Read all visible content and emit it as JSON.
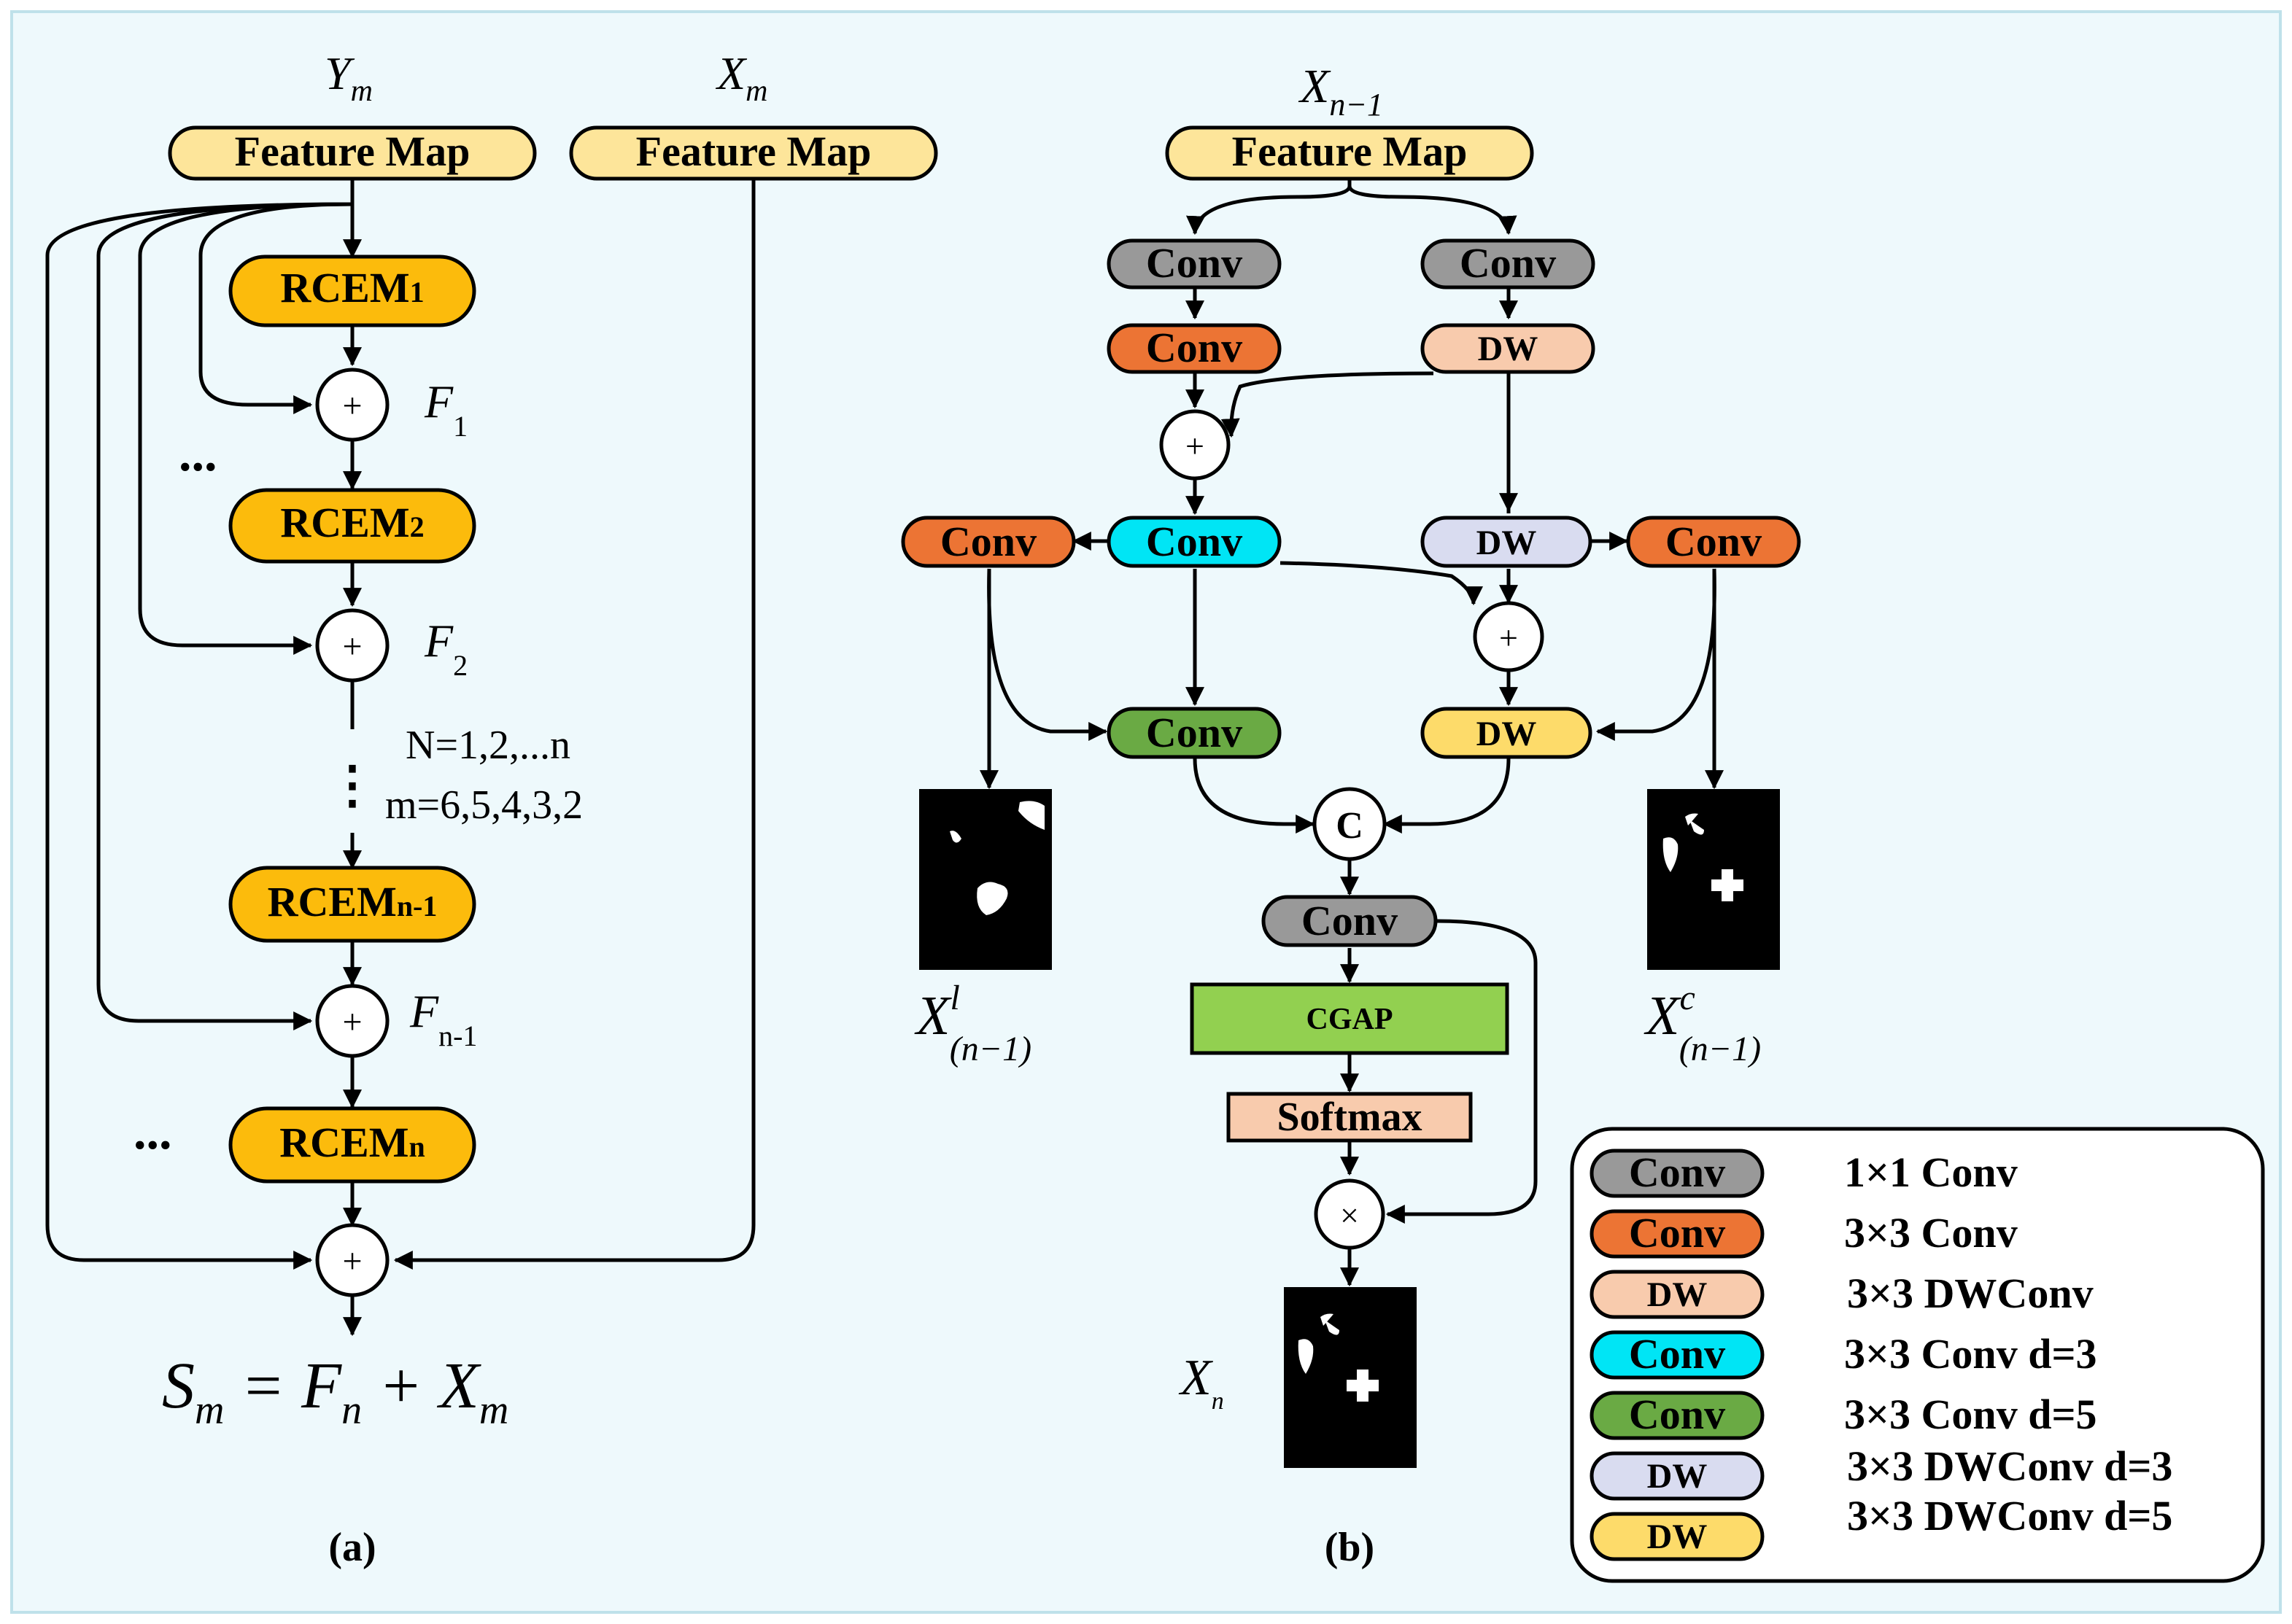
{
  "colors": {
    "background": "#eef9fc",
    "feature_map": "#fde59a",
    "rcem": "#fcbb0c",
    "conv_1x1": "#999999",
    "conv_3x3": "#ec7434",
    "dwconv_3x3": "#f8cbad",
    "conv_d3": "#00e5f5",
    "conv_d5": "#6aaa44",
    "dwconv_d3": "#d9dcf0",
    "dwconv_d5": "#fddb6a",
    "cgap": "#92d050",
    "softmax": "#f8cbad"
  },
  "panel_a": {
    "ym_label": "Y",
    "ym_sub": "m",
    "xm_label": "X",
    "xm_sub": "m",
    "feature_map_left": "Feature Map",
    "feature_map_right": "Feature Map",
    "rcem1": "RCEM",
    "rcem1_sub": "1",
    "rcem2": "RCEM",
    "rcem2_sub": "2",
    "rcemn1": "RCEM",
    "rcemn1_sub": "n-1",
    "rcemn": "RCEM",
    "rcemn_sub": "n",
    "plus": "+",
    "f1": "F",
    "f1_sub": "1",
    "f2": "F",
    "f2_sub": "2",
    "fn1": "F",
    "fn1_sub": "n-1",
    "ellipsis1": "...",
    "ellipsis2": "...",
    "vdots": "⋮",
    "n_range": "N=1,2,...n",
    "m_range": "m=6,5,4,3,2",
    "eq_s": "S",
    "eq_s_sub": "m",
    "eq_mid": " = F",
    "eq_f_sub": "n",
    "eq_plus": " + X",
    "eq_x_sub": "m",
    "caption": "(a)"
  },
  "panel_b": {
    "x_label": "X",
    "x_sub": "n−1",
    "feature_map": "Feature Map",
    "conv": "Conv",
    "dw": "DW",
    "plus": "+",
    "concat": "C",
    "times": "×",
    "cgap": "CGAP",
    "softmax": "Softmax",
    "xl_label": "X",
    "xl_sup": "l",
    "xl_sub": "(n−1)",
    "xc_label": "X",
    "xc_sup": "c",
    "xc_sub": "(n−1)",
    "xn_label": "X",
    "xn_sub": "n",
    "caption": "(b)"
  },
  "legend": [
    {
      "chip": "Conv",
      "desc": "1×1 Conv"
    },
    {
      "chip": "Conv",
      "desc": "3×3 Conv"
    },
    {
      "chip": "DW",
      "desc": "3×3 DWConv"
    },
    {
      "chip": "Conv",
      "desc": "3×3 Conv d=3"
    },
    {
      "chip": "Conv",
      "desc": "3×3 Conv d=5"
    },
    {
      "chip": "DW",
      "desc": "3×3 DWConv d=3"
    },
    {
      "chip": "DW",
      "desc": "3×3 DWConv d=5"
    }
  ]
}
